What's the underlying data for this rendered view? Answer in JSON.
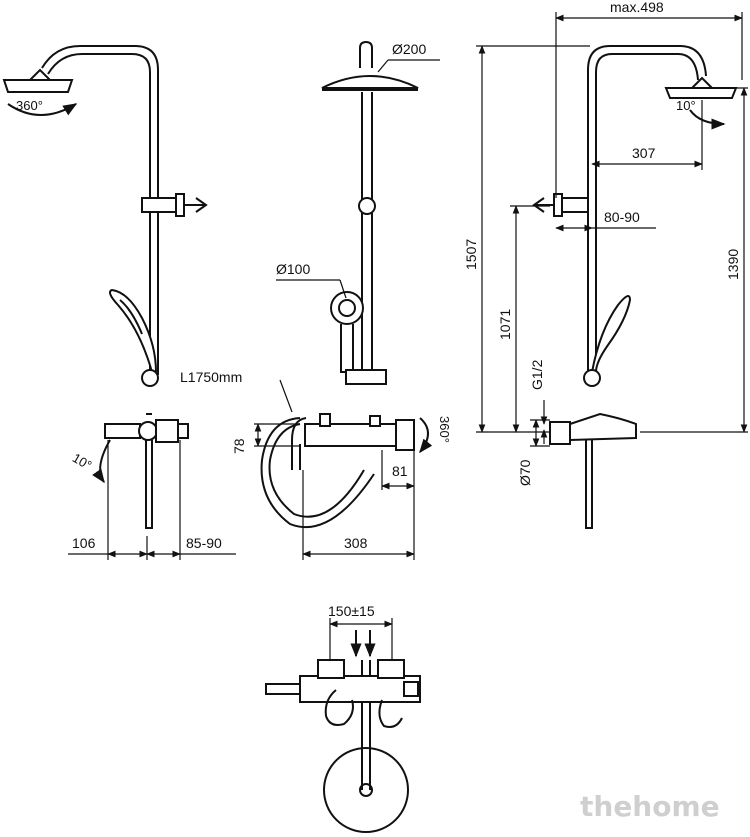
{
  "dimensions": {
    "rotation_360_left": "360°",
    "angle_10_head_right": "10°",
    "angle_10_mixer_left": "10°",
    "rotation_360_mixer": "360°",
    "head_diameter": "Ø200",
    "hand_shower_diameter": "Ø100",
    "hose_length": "L1750mm",
    "max_reach": "max.498",
    "arm_length": "307",
    "bracket_offset": "80-90",
    "height_total": "1507",
    "height_slide": "1071",
    "height_head": "1390",
    "thread": "G1/2",
    "escutcheon": "Ø70",
    "mixer_projection": "106",
    "mixer_wall": "85-90",
    "mixer_height": "78",
    "mixer_handle": "81",
    "mixer_width": "308",
    "centres": "150±15"
  },
  "colors": {
    "line": "#111111",
    "watermark": "#cfcfcf"
  },
  "watermark": "thehome"
}
